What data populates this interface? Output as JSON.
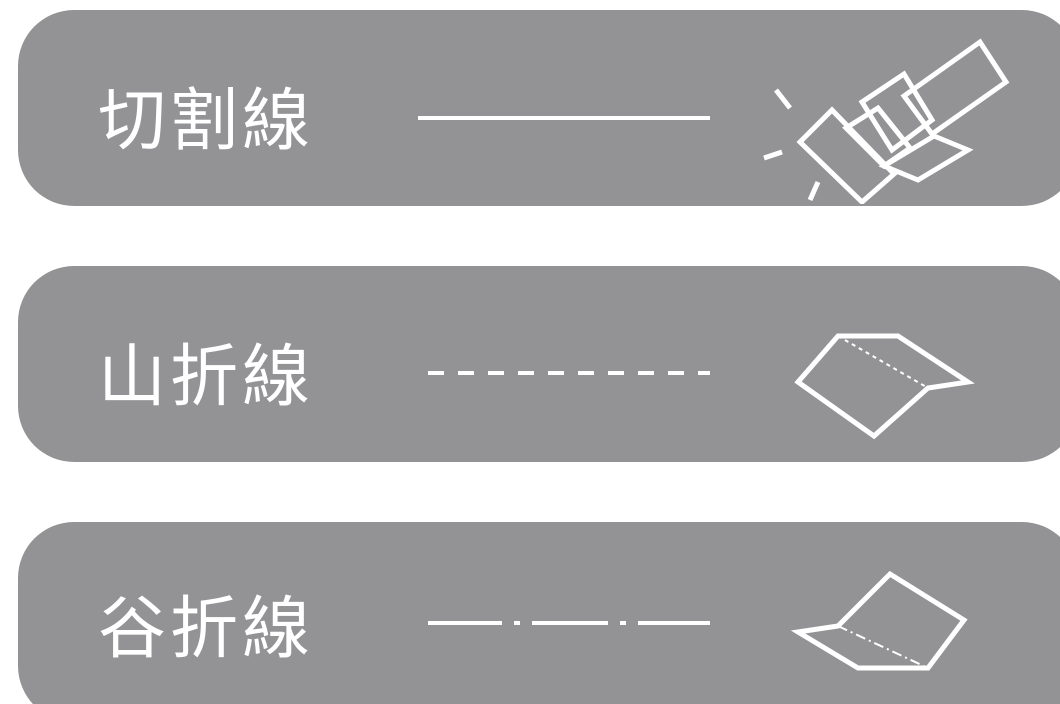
{
  "legend": {
    "items": [
      {
        "label": "切割線",
        "line_style": "solid",
        "icon": "cut-paper-icon"
      },
      {
        "label": "山折線",
        "line_style": "dashed",
        "icon": "mountain-fold-icon"
      },
      {
        "label": "谷折線",
        "line_style": "dash-dot",
        "icon": "valley-fold-icon"
      }
    ]
  },
  "colors": {
    "pill_background": "#939396",
    "foreground": "#ffffff",
    "page_background": "#ffffff"
  }
}
